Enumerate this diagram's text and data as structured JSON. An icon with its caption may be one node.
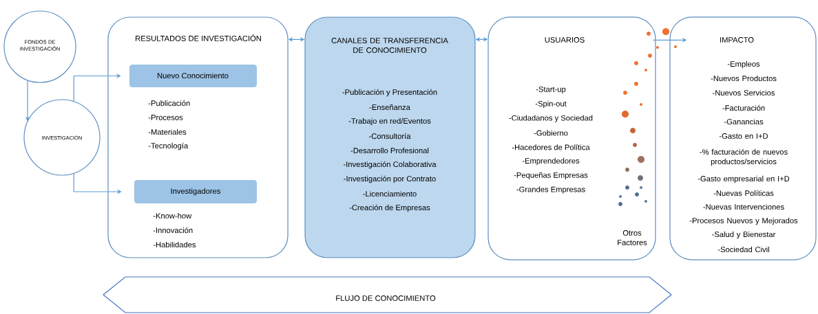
{
  "diagram": {
    "nodes": [
      {
        "text": [
          "FONDOS DE INVESTIGACIÓN"
        ]
      },
      {
        "text": [
          "INVESTIGACIÓN"
        ]
      },
      {
        "text": [
          "RESULTADOS DE INVESTIGACIÓN"
        ]
      },
      {
        "text": [
          "Nuevo Conocimiento"
        ],
        "in": 2,
        "beside": [
          "-Publicación",
          "-Procesos",
          "-Materiales",
          "-Tecnología"
        ]
      },
      {
        "text": [
          "Investigadores"
        ],
        "in": 2,
        "beside": [
          "-Know-how",
          "-Innovación",
          "-Habilidades"
        ]
      },
      {
        "text": [
          "CANALES DE TRANSFERENCIA DE CONOCIMIENTO",
          "-Publicación y Presentación",
          "-Enseñanza",
          "-Trabajo en red/Eventos",
          "-Consultoría",
          "-Desarrollo Profesional",
          "-Investigación Colaborativa",
          "-Investigación por Contrato",
          "-Licenciamiento",
          "-Creación de Empresas"
        ]
      },
      {
        "text": [
          "USUARIOS",
          "-Start-up",
          "-Spin-out",
          "-Ciudadanos y Sociedad",
          "-Gobierno",
          "-Hacedores de Política",
          "-Emprendedores",
          "-Pequeñas Empresas",
          "-Grandes Empresas",
          "Otros Factores"
        ]
      },
      {
        "text": [
          "IMPACTO",
          "-Empleos",
          "-Nuevos Productos",
          "-Nuevos Servicios",
          "-Facturación",
          "-Ganancias",
          "-Gasto en I+D",
          "-% facturación de nuevos productos/servicios",
          "-Gasto empresarial en I+D",
          "-Nuevas Políticas",
          "-Nuevas Intervenciones",
          "-Procesos Nuevos y Mejorados",
          "-Salud y Bienestar",
          "-Sociedad Civil"
        ]
      },
      {
        "text": [
          "FLUJO DE CONOCIMIENTO"
        ]
      }
    ],
    "edges": [
      {
        "from": 0,
        "to": 1,
        "arrow": "to"
      },
      {
        "from": 1,
        "to": 3,
        "arrow": "to"
      },
      {
        "from": 1,
        "to": 4,
        "arrow": "to"
      },
      {
        "from": 2,
        "to": 5,
        "arrow": "both"
      },
      {
        "from": 5,
        "to": 6,
        "arrow": "both"
      },
      {
        "from": 6,
        "to": 7,
        "arrow": "to"
      }
    ]
  }
}
